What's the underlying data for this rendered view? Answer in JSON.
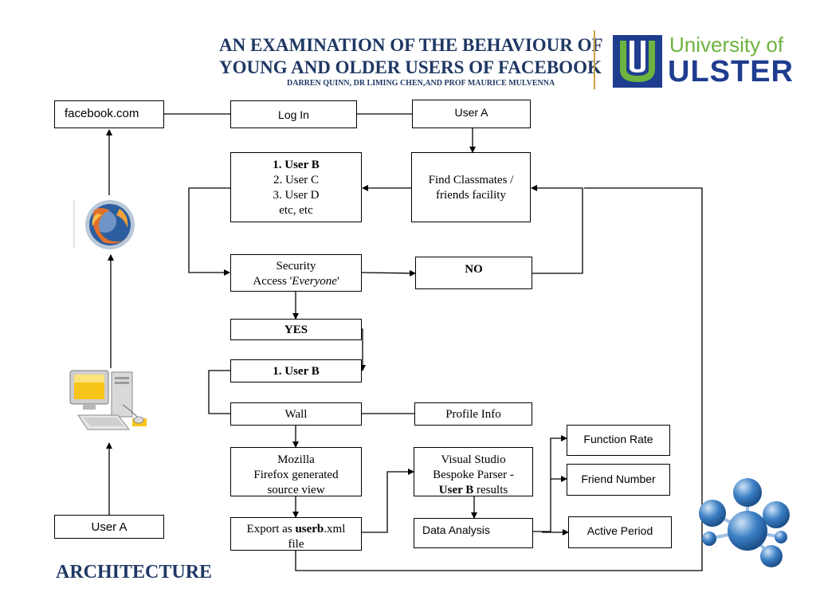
{
  "header": {
    "title_line1": "AN EXAMINATION OF THE BEHAVIOUR OF",
    "title_line2": "YOUNG AND OLDER USERS OF FACEBOOK",
    "authors": "DARREN QUINN, DR LIMING CHEN,AND PROF MAURICE MULVENNA"
  },
  "logo": {
    "line1": "University of",
    "line2": "ULSTER",
    "blue": "#1f3d8f",
    "green": "#6db33f"
  },
  "nodes": {
    "facebook": "facebook.com",
    "login": "Log In",
    "usera_top": "User A",
    "users_list": {
      "item1": "1. User B",
      "item2": "2. User C",
      "item3": "3. User D",
      "item4": "etc, etc"
    },
    "find_classmates": {
      "line1": "Find Classmates /",
      "line2": "friends facility"
    },
    "security": {
      "line1": "Security",
      "line2_prefix": "Access '",
      "line2_em": "Everyone",
      "line2_suffix": "'"
    },
    "no": "NO",
    "yes": "YES",
    "userb": "1. User B",
    "wall": "Wall",
    "profile_info": "Profile Info",
    "mozilla": {
      "line1": "Mozilla",
      "line2": "Firefox generated",
      "line3": "source view"
    },
    "visual_studio": {
      "line1": "Visual Studio",
      "line2": "Bespoke Parser -",
      "line3_bold": "User B",
      "line3_rest": " results"
    },
    "export": {
      "prefix": "Export as ",
      "bold": "userb",
      "suffix": ".xml",
      "line2": "file"
    },
    "data_analysis": "Data Analysis",
    "function_rate": "Function Rate",
    "friend_number": "Friend Number",
    "active_period": "Active Period",
    "usera_bottom": "User A"
  },
  "footer": "ARCHITECTURE",
  "icons": [
    "firefox-icon",
    "computer-icon",
    "network-molecule-icon"
  ],
  "colors": {
    "title": "#1f3864",
    "molecule": "#3b7fc4"
  }
}
